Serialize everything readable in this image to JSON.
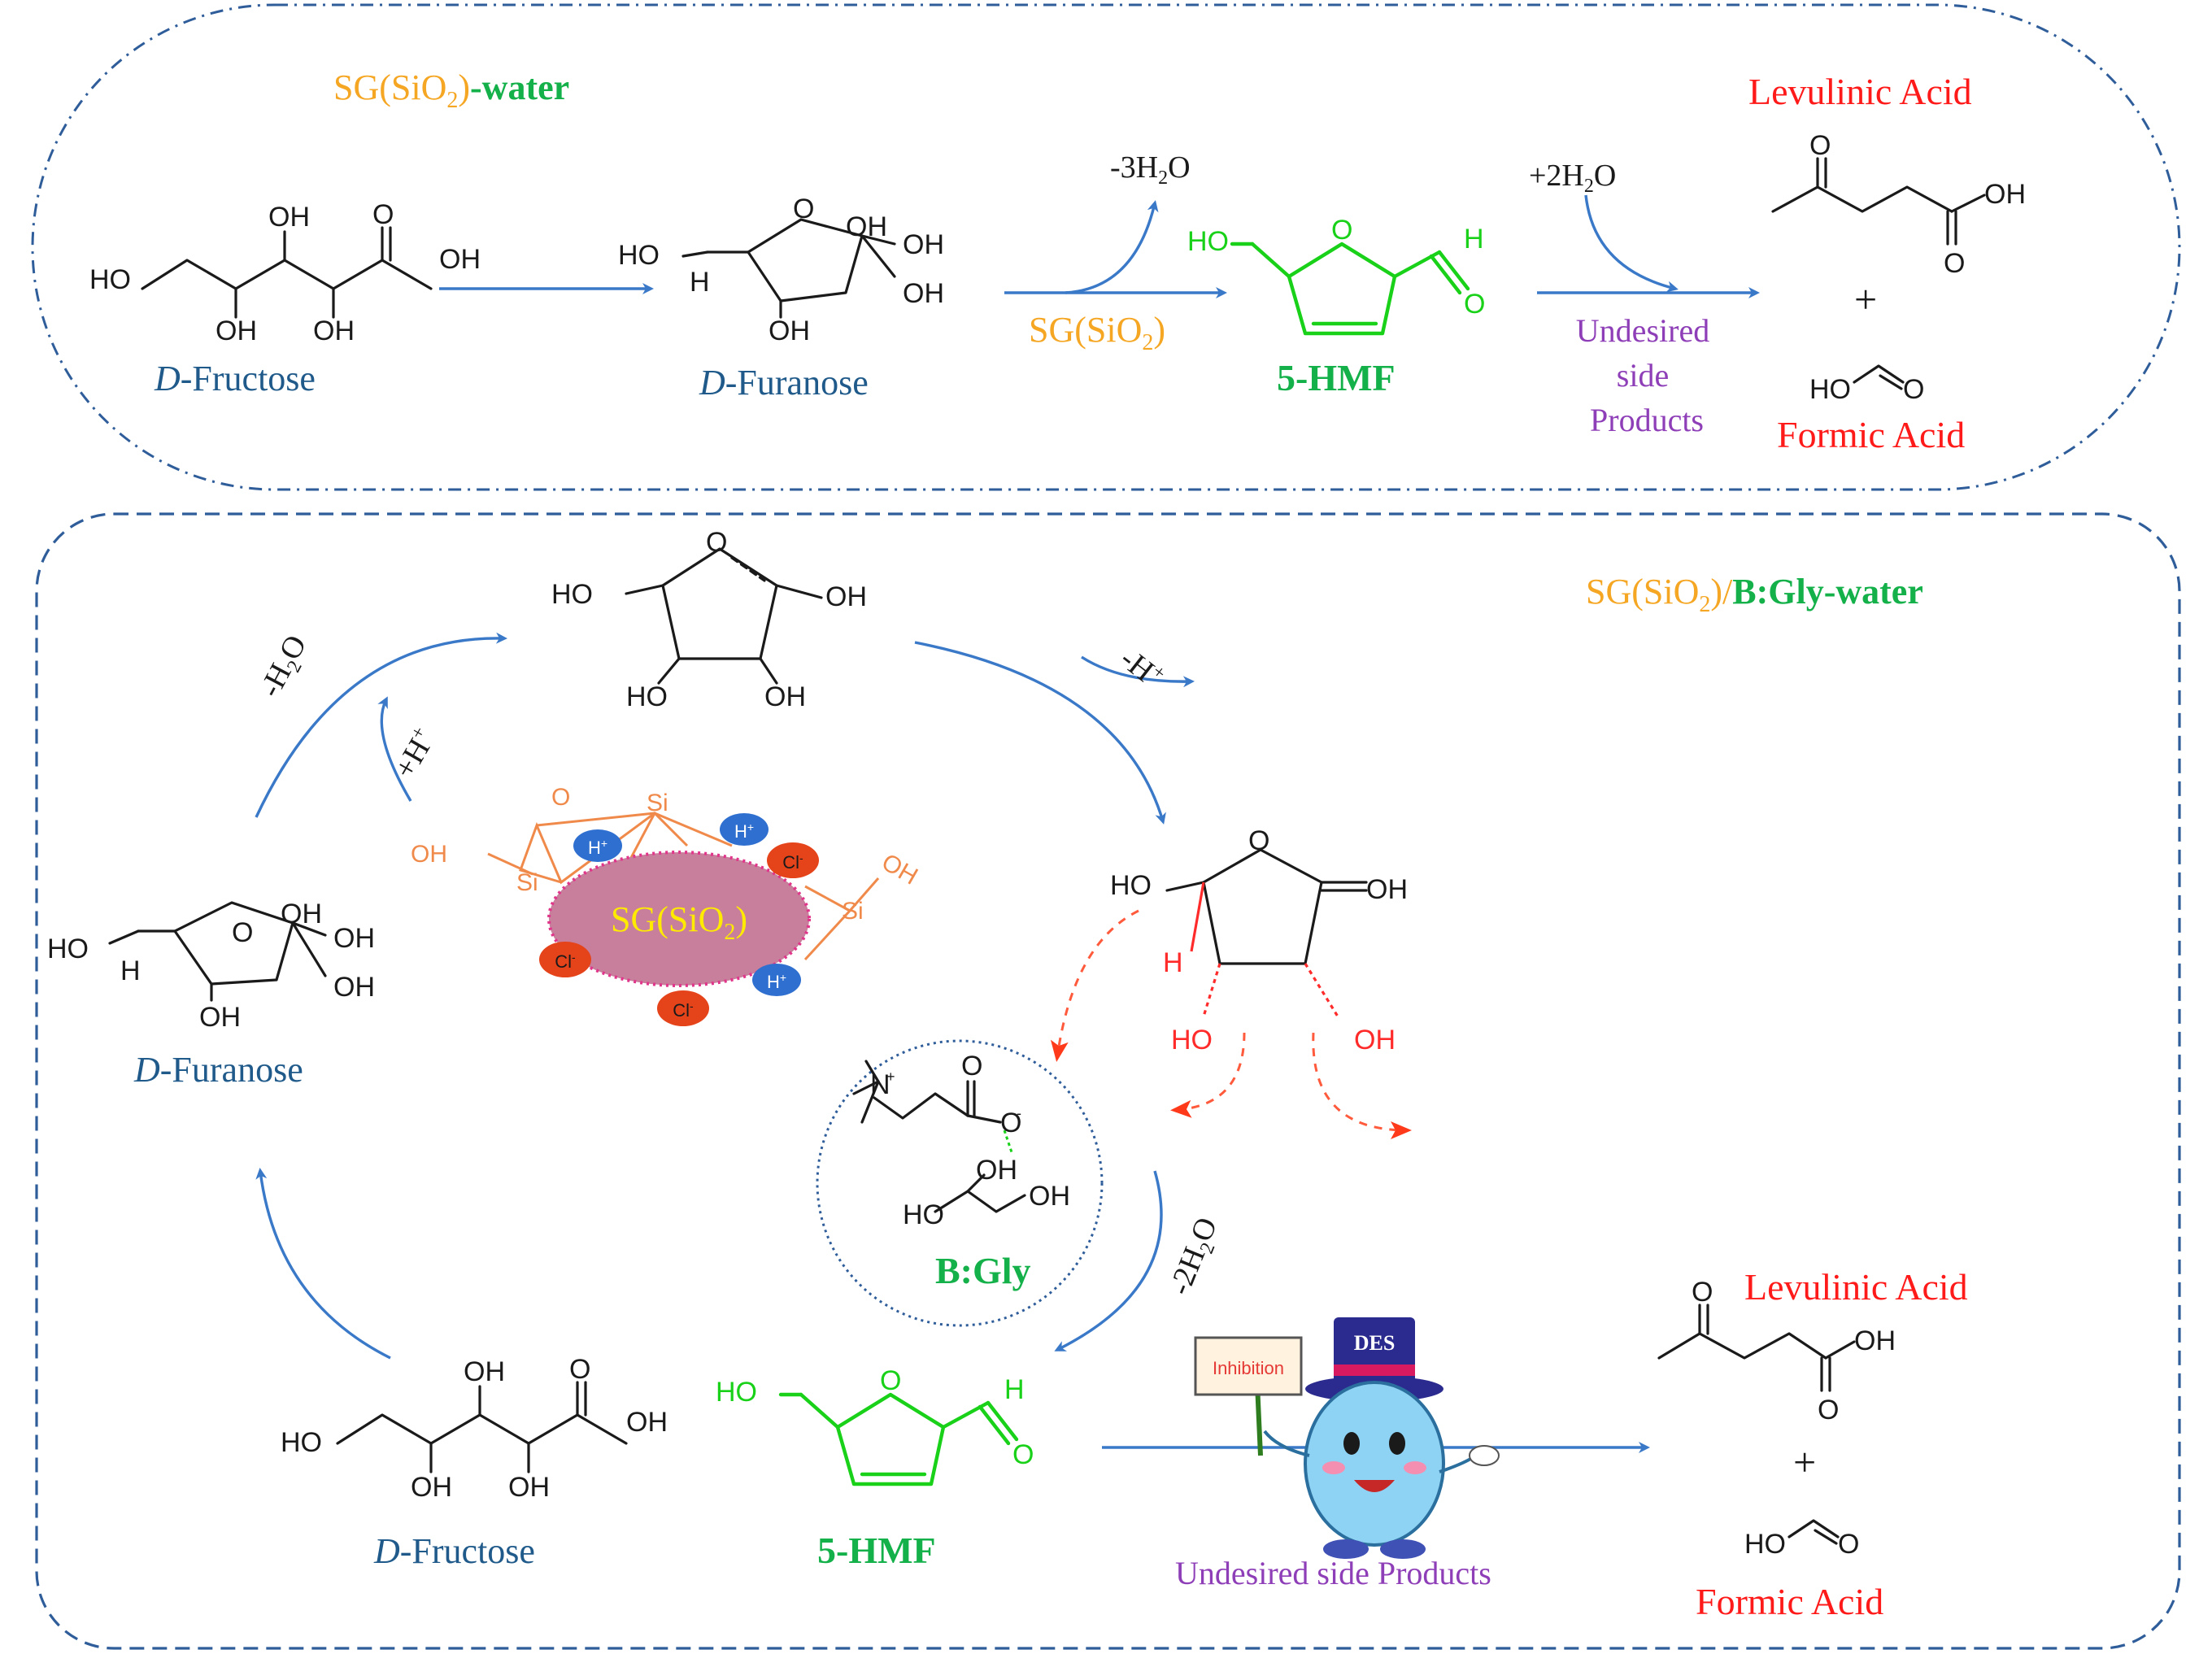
{
  "top_panel": {
    "condition_orange": "SG(SiO",
    "condition_sub": "2",
    "condition_close": ")",
    "condition_green": "-water",
    "fructose_label_italic": "D",
    "fructose_label_rest": "-Fructose",
    "furanose_label_italic": "D",
    "furanose_label_rest": "-Furanose",
    "catalyst_label": "SG(SiO",
    "catalyst_sub": "2",
    "catalyst_close": ")",
    "dehydration": "-3H",
    "dehydration_sub": "2",
    "dehydration_tail": "O",
    "hydration": "+2H",
    "hydration_sub": "2",
    "hydration_tail": "O",
    "hmf_label": "5-HMF",
    "side_products": [
      "Undesired",
      "side",
      "Products"
    ],
    "levulinic_label": "Levulinic Acid",
    "formic_label": "Formic Acid",
    "plus": "+"
  },
  "bottom_panel": {
    "condition_orange": "SG(SiO",
    "condition_sub": "2",
    "condition_close": ")/",
    "condition_green": "B:Gly-water",
    "minus_water": "-H",
    "minus_water_sub": "2",
    "minus_water_tail": "O",
    "plus_h": "+H",
    "plus_h_sup": "+",
    "minus_h": "-H",
    "minus_h_sup": "+",
    "minus_2water": "-2H",
    "minus_2water_sub": "2",
    "minus_2water_tail": "O",
    "catalyst_center": "SG(SiO",
    "catalyst_center_sub": "2",
    "catalyst_center_close": ")",
    "furanose_label_italic": "D",
    "furanose_label_rest": "-Furanose",
    "fructose_label_italic": "D",
    "fructose_label_rest": "-Fructose",
    "hmf_label": "5-HMF",
    "bgly_label": "B:Gly",
    "side_products": "Undesired side Products",
    "inhibition_sign": "Inhibition",
    "des_hat": "DES",
    "levulinic_label": "Levulinic Acid",
    "formic_label": "Formic Acid",
    "plus": "+"
  },
  "atoms": {
    "OH": "OH",
    "HO": "HO",
    "O": "O",
    "H": "H",
    "Si": "Si",
    "Hplus": "H",
    "Hplus_sup": "+",
    "Cl": "Cl",
    "Cl_sup": "-",
    "Nplus": "N",
    "Nplus_sup": "+",
    "Ominus": "O",
    "Ominus_sup": "-"
  },
  "colors": {
    "blue_arrow": "#3a78c8",
    "panel_border": "#2f5d9a",
    "hmf_green": "#19d119",
    "label_red": "#ff1a1a",
    "label_orange": "#f5a623",
    "label_green": "#14b04a",
    "label_purple": "#8e3fb8",
    "catalyst_pink": "#c77f9c",
    "proton_blue": "#2f6fd0",
    "chloride_red": "#e5431a"
  }
}
